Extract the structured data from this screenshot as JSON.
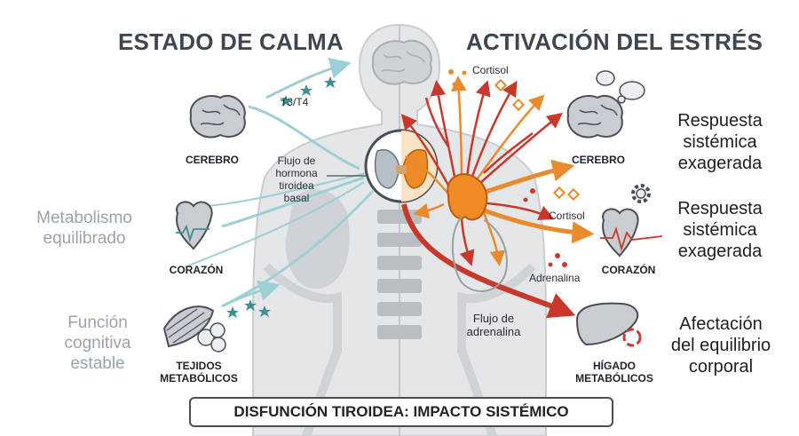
{
  "headings": {
    "calm": "ESTADO DE CALMA",
    "stress": "ACTIVACIÓN DEL ESTRÉS"
  },
  "left_side_text": {
    "metabolism": [
      "Metabolismo",
      "equilibrado"
    ],
    "cognitive": [
      "Función",
      "cognitiva",
      "estable"
    ]
  },
  "right_side_text": {
    "response_1": [
      "Respuesta",
      "sistémica",
      "exagerada"
    ],
    "response_2": [
      "Respuesta",
      "sistémica",
      "exagerada"
    ],
    "balance": [
      "Afectación",
      "del equilibrio",
      "corporal"
    ]
  },
  "organ_labels": {
    "left_brain": "CEREBRO",
    "left_heart": "CORAZÓN",
    "left_tissue": [
      "TEJIDOS",
      "METABÓLICOS"
    ],
    "right_brain": "CEREBRO",
    "right_heart": "CORAZÓN",
    "right_liver": [
      "HÍGADO",
      "METABÓLICOS"
    ]
  },
  "annotations": {
    "t3t4": "T3/T4",
    "thyroid_flow": [
      "Flujo de",
      "hormona",
      "tiroidea",
      "basal"
    ],
    "cortisol_top": "Cortisol",
    "cortisol_mid": "Cortisol",
    "adrenaline": "Adrenalina",
    "adrenaline_flow": [
      "Flujo de",
      "adrenalina"
    ]
  },
  "footer": "DISFUNCIÓN TIROIDEA: IMPACTO SISTÉMICO",
  "colors": {
    "calm_stream": "#9fcfd6",
    "teal_star": "#3f8f95",
    "stress_red": "#c9392b",
    "stress_orange": "#e98a2c",
    "gland_orange": "#f08a24",
    "body_grey": "#d9dcdf",
    "heading_grey": "#3f4650"
  }
}
